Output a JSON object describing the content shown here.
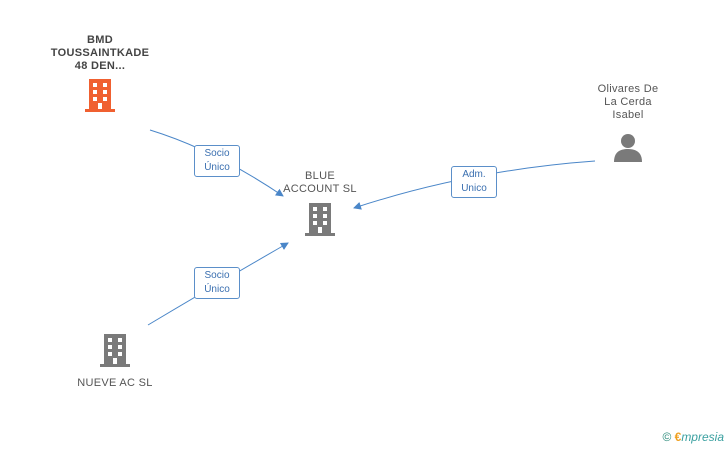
{
  "nodes": {
    "center": {
      "label": "BLUE\nACCOUNT SL",
      "icon": "building-icon",
      "color": "#7a7a7a"
    },
    "top_left": {
      "label": "BMD\nTOUSSAINTKADE\n48 DEN...",
      "icon": "building-icon",
      "color": "#f06030"
    },
    "bottom_left": {
      "label": "NUEVE AC SL",
      "icon": "building-icon",
      "color": "#7a7a7a"
    },
    "right": {
      "label": "Olivares De\nLa Cerda\nIsabel",
      "icon": "person-icon",
      "color": "#7a7a7a"
    }
  },
  "edges": {
    "top_left": {
      "label": "Socio\nÚnico"
    },
    "bottom_left": {
      "label": "Socio\nÚnico"
    },
    "right": {
      "label": "Adm.\nUnico"
    }
  },
  "colors": {
    "edge": "#4a86c8"
  },
  "footer": {
    "copyright": "©",
    "brand_first": "€",
    "brand_rest": "mpresia"
  }
}
